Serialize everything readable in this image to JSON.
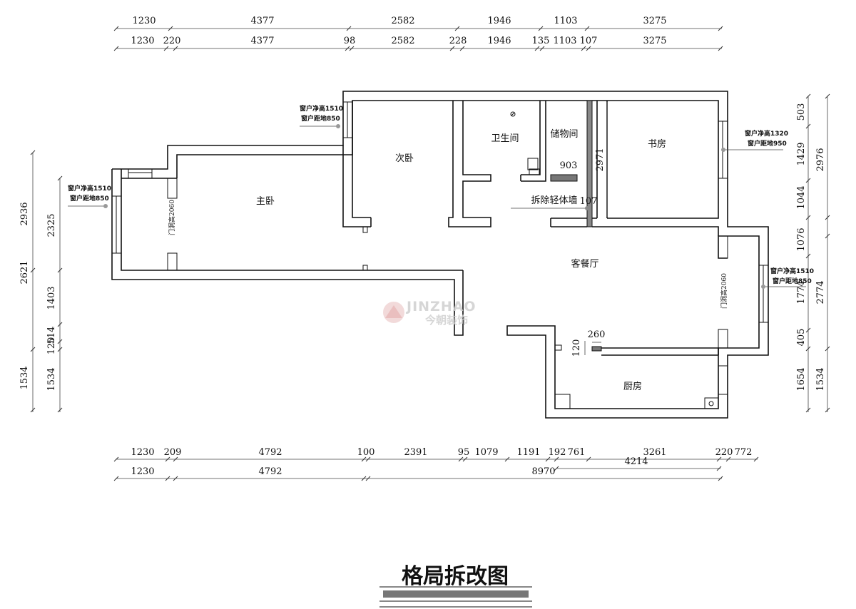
{
  "title": "格局拆改图",
  "rooms": {
    "master": "主卧",
    "second": "次卧",
    "bath": "卫生间",
    "storage": "储物间",
    "study": "书房",
    "living": "客餐厅",
    "kitchen": "厨房"
  },
  "annotations": {
    "demolish": "拆除轻体墙",
    "door_note": "门洞高2060",
    "storage_w": "903",
    "storage_h": "2971",
    "wall_t": "107",
    "kitchen_w": "260",
    "kitchen_h": "120"
  },
  "window_notes": [
    {
      "l1": "窗户净高1510",
      "l2": "窗户距地850"
    },
    {
      "l1": "窗户净高1510",
      "l2": "窗户距地850"
    },
    {
      "l1": "窗户净高1320",
      "l2": "窗户距地950"
    },
    {
      "l1": "窗户净高1510",
      "l2": "窗户距地850"
    }
  ],
  "dims_top_1": [
    "1230",
    "4377",
    "2582",
    "1946",
    "1103",
    "3275"
  ],
  "dims_top_2": [
    "1230",
    "220",
    "4377",
    "98",
    "2582",
    "228",
    "1946",
    "135",
    "1103",
    "107",
    "3275"
  ],
  "dims_bottom_1": [
    "1230",
    "209",
    "4792",
    "100",
    "2391",
    "95",
    "1079",
    "1191",
    "192",
    "761",
    "3261",
    "220",
    "772"
  ],
  "dims_bottom_mid": [
    "4214"
  ],
  "dims_bottom_2": [
    "1230",
    "4792",
    "8970"
  ],
  "dims_left_1": [
    "2936",
    "2621",
    "1534"
  ],
  "dims_left_2": [
    "2325",
    "1403",
    "514",
    "120",
    "1534"
  ],
  "dims_right_1": [
    "503",
    "1429",
    "1044",
    "1076",
    "1774",
    "405",
    "1654"
  ],
  "dims_right_2": [
    "2976",
    "2774",
    "1534"
  ],
  "watermark": {
    "brand": "JINZHAO",
    "cn": "今朝装饰"
  }
}
